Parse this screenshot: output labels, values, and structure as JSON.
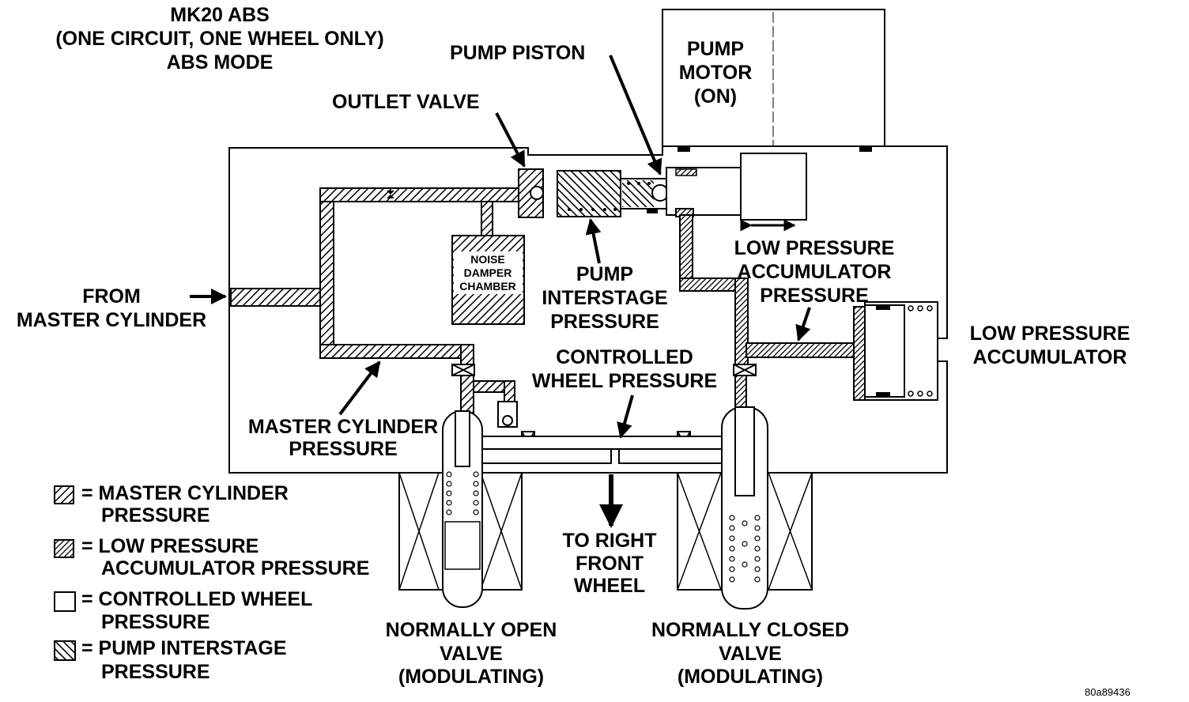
{
  "title": {
    "line1": "MK20 ABS",
    "line2": "(ONE CIRCUIT, ONE WHEEL ONLY)",
    "line3": "ABS MODE"
  },
  "labels": {
    "pump_piston": "PUMP PISTON",
    "pump_motor": [
      "PUMP",
      "MOTOR",
      "(ON)"
    ],
    "outlet_valve": "OUTLET VALVE",
    "noise_damper": [
      "NOISE",
      "DAMPER",
      "CHAMBER"
    ],
    "pump_interstage": [
      "PUMP",
      "INTERSTAGE",
      "PRESSURE"
    ],
    "lpa_pressure": [
      "LOW PRESSURE",
      "ACCUMULATOR",
      "PRESSURE"
    ],
    "lpa": [
      "LOW PRESSURE",
      "ACCUMULATOR"
    ],
    "from_master": [
      "FROM",
      "MASTER CYLINDER"
    ],
    "controlled_wheel": [
      "CONTROLLED",
      "WHEEL PRESSURE"
    ],
    "master_cyl_pressure": [
      "MASTER CYLINDER",
      "PRESSURE"
    ],
    "to_right_front": [
      "TO RIGHT",
      "FRONT",
      "WHEEL"
    ],
    "no_valve": [
      "NORMALLY OPEN",
      "VALVE",
      "(MODULATING)"
    ],
    "nc_valve": [
      "NORMALLY CLOSED",
      "VALVE",
      "(MODULATING)"
    ]
  },
  "legend": [
    {
      "pattern": "master",
      "lines": [
        "= MASTER CYLINDER",
        "PRESSURE"
      ]
    },
    {
      "pattern": "lpa",
      "lines": [
        "= LOW PRESSURE",
        "ACCUMULATOR PRESSURE"
      ]
    },
    {
      "pattern": "wheel",
      "lines": [
        "= CONTROLLED WHEEL",
        "PRESSURE"
      ]
    },
    {
      "pattern": "interstage",
      "lines": [
        "= PUMP INTERSTAGE",
        "PRESSURE"
      ]
    }
  ],
  "figure_id": "80a89436"
}
